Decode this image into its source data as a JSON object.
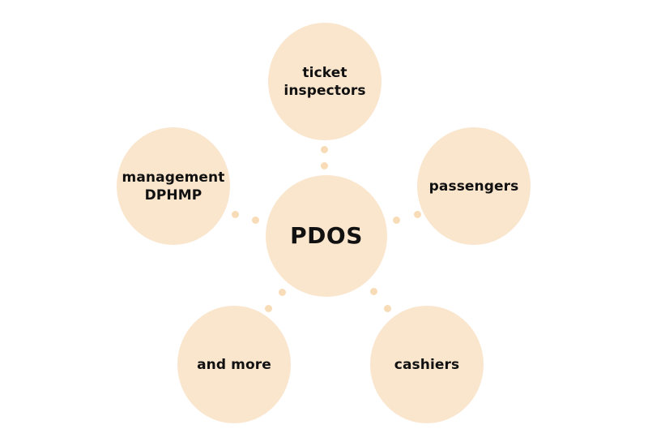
{
  "colors": {
    "node_fill": "#fae5cd",
    "dot_fill": "#f8dcb8",
    "text": "#111111"
  },
  "center": {
    "label": "PDOS"
  },
  "nodes": [
    {
      "id": "ticket-inspectors",
      "lines": [
        "ticket",
        "inspectors"
      ]
    },
    {
      "id": "passengers",
      "lines": [
        "passengers"
      ]
    },
    {
      "id": "cashiers",
      "lines": [
        "cashiers"
      ]
    },
    {
      "id": "and-more",
      "lines": [
        "and more"
      ]
    },
    {
      "id": "management-dphmp",
      "lines": [
        "management",
        "DPHMP"
      ]
    }
  ]
}
